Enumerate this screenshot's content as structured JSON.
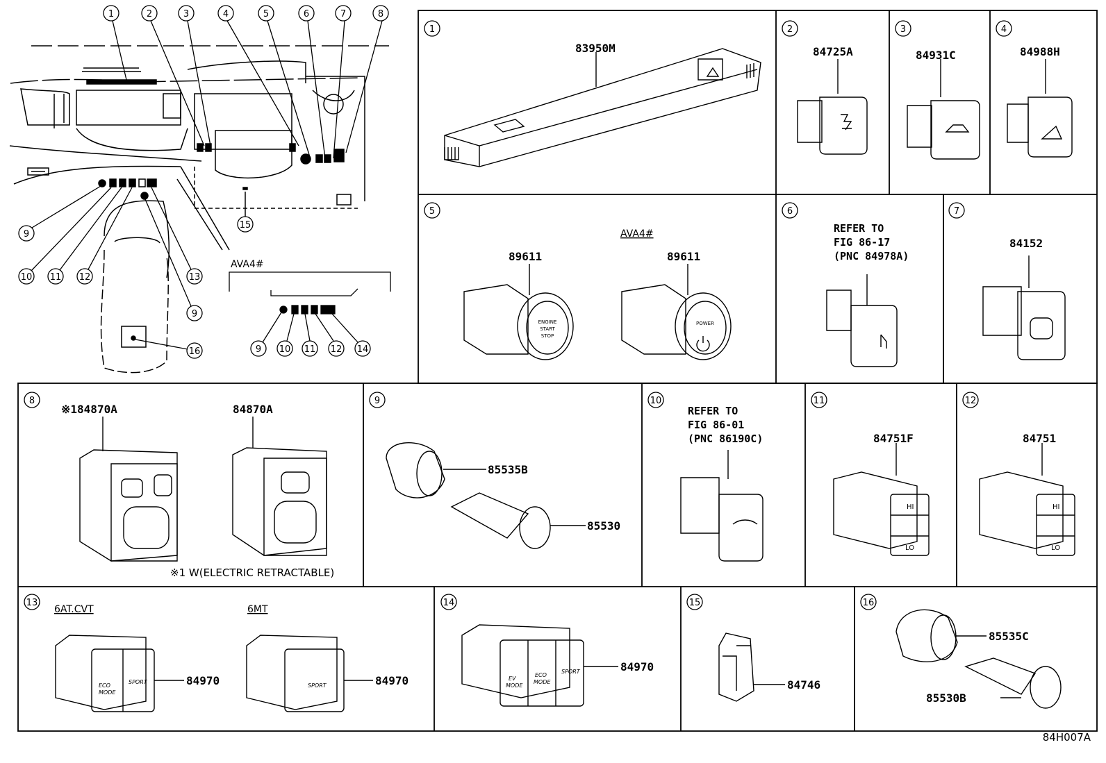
{
  "figure_code": "84H007A",
  "overview": {
    "top_callouts": [
      "1",
      "2",
      "3",
      "4",
      "5",
      "6",
      "7",
      "8"
    ],
    "left_callouts": [
      "9",
      "10",
      "11",
      "12",
      "13",
      "9",
      "15",
      "16"
    ],
    "ava_label": "AVA4#",
    "ava_callouts": [
      "9",
      "10",
      "11",
      "12",
      "14"
    ]
  },
  "panels": [
    {
      "num": "1",
      "parts": [
        "83950M"
      ]
    },
    {
      "num": "2",
      "parts": [
        "84725A"
      ]
    },
    {
      "num": "3",
      "parts": [
        "84931C"
      ]
    },
    {
      "num": "4",
      "parts": [
        "84988H"
      ]
    },
    {
      "num": "5",
      "parts": [
        "89611",
        "89611"
      ],
      "variant": "AVA4#",
      "button_text": [
        "ENGINE",
        "START",
        "STOP"
      ],
      "button_text_2": "POWER"
    },
    {
      "num": "6",
      "refer": [
        "REFER TO",
        "FIG 86-17",
        "(PNC 84978A)"
      ]
    },
    {
      "num": "7",
      "parts": [
        "84152"
      ]
    },
    {
      "num": "8",
      "parts": [
        "※184870A",
        "84870A"
      ],
      "note": "※1 W(ELECTRIC RETRACTABLE)"
    },
    {
      "num": "9",
      "parts": [
        "85535B",
        "85530"
      ]
    },
    {
      "num": "10",
      "refer": [
        "REFER TO",
        "FIG 86-01",
        "(PNC 86190C)"
      ]
    },
    {
      "num": "11",
      "parts": [
        "84751F"
      ],
      "keys": [
        "HI",
        "LO"
      ]
    },
    {
      "num": "12",
      "parts": [
        "84751"
      ],
      "keys": [
        "HI",
        "LO"
      ]
    },
    {
      "num": "13",
      "variants": [
        "6AT.CVT",
        "6MT"
      ],
      "parts": [
        "84970",
        "84970"
      ],
      "keys": [
        "ECO",
        "MODE",
        "SPORT"
      ]
    },
    {
      "num": "14",
      "parts": [
        "84970"
      ],
      "keys": [
        "EV",
        "MODE",
        "ECO",
        "MODE",
        "SPORT"
      ]
    },
    {
      "num": "15",
      "parts": [
        "84746"
      ]
    },
    {
      "num": "16",
      "parts": [
        "85535C",
        "85530B"
      ]
    }
  ]
}
